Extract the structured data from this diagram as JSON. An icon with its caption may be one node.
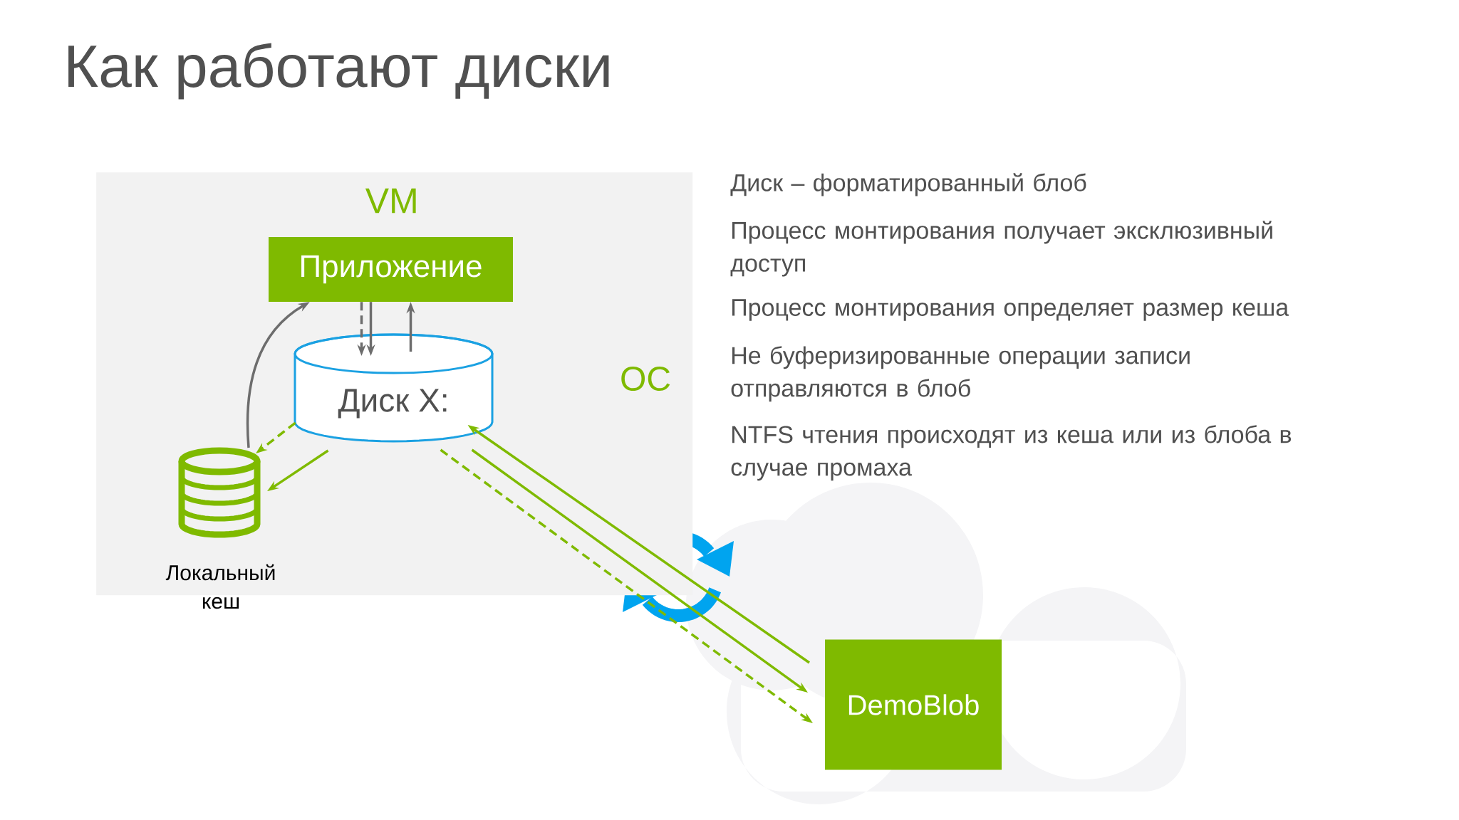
{
  "diagram": {
    "title": "Как работают диски",
    "nodes": [
      {
        "text": [
          "VM"
        ]
      },
      {
        "text": [
          "Приложение"
        ],
        "in": 0
      },
      {
        "text": [
          "Диск X:"
        ],
        "in": 0
      },
      {
        "text": [],
        "shape": "cylinder",
        "in": 0,
        "beside": [
          "Локальный кеш"
        ]
      },
      {
        "text": [
          "DemoBlob"
        ]
      }
    ],
    "edges": [
      {
        "from": 1,
        "to": 2,
        "arrow": "to",
        "style": "dashed",
        "color": "#6d6d6d"
      },
      {
        "from": 1,
        "to": 2,
        "arrow": "to",
        "color": "#6d6d6d"
      },
      {
        "from": 2,
        "to": 1,
        "arrow": "to",
        "color": "#6d6d6d"
      },
      {
        "from": 3,
        "to": 1,
        "arrow": "to",
        "color": "#6d6d6d"
      },
      {
        "from": 2,
        "to": 3,
        "arrow": "to",
        "style": "dashed"
      },
      {
        "from": 2,
        "to": 3,
        "arrow": "to"
      },
      {
        "from": 4,
        "to": 2,
        "arrow": "to"
      },
      {
        "from": 2,
        "to": 4,
        "arrow": "to"
      },
      {
        "from": 2,
        "to": 4,
        "arrow": "to",
        "style": "dashed"
      }
    ],
    "labels": [
      "ОС",
      "Диск – форматированный блоб",
      "Процесс монтирования получает эксклюзивный доступ",
      "Процесс монтирования определяет размер кеша",
      "Не буферизированные операции записи отправляются  в блоб",
      "NTFS чтения происходят из кеша или из блоба в случае промаха"
    ]
  }
}
